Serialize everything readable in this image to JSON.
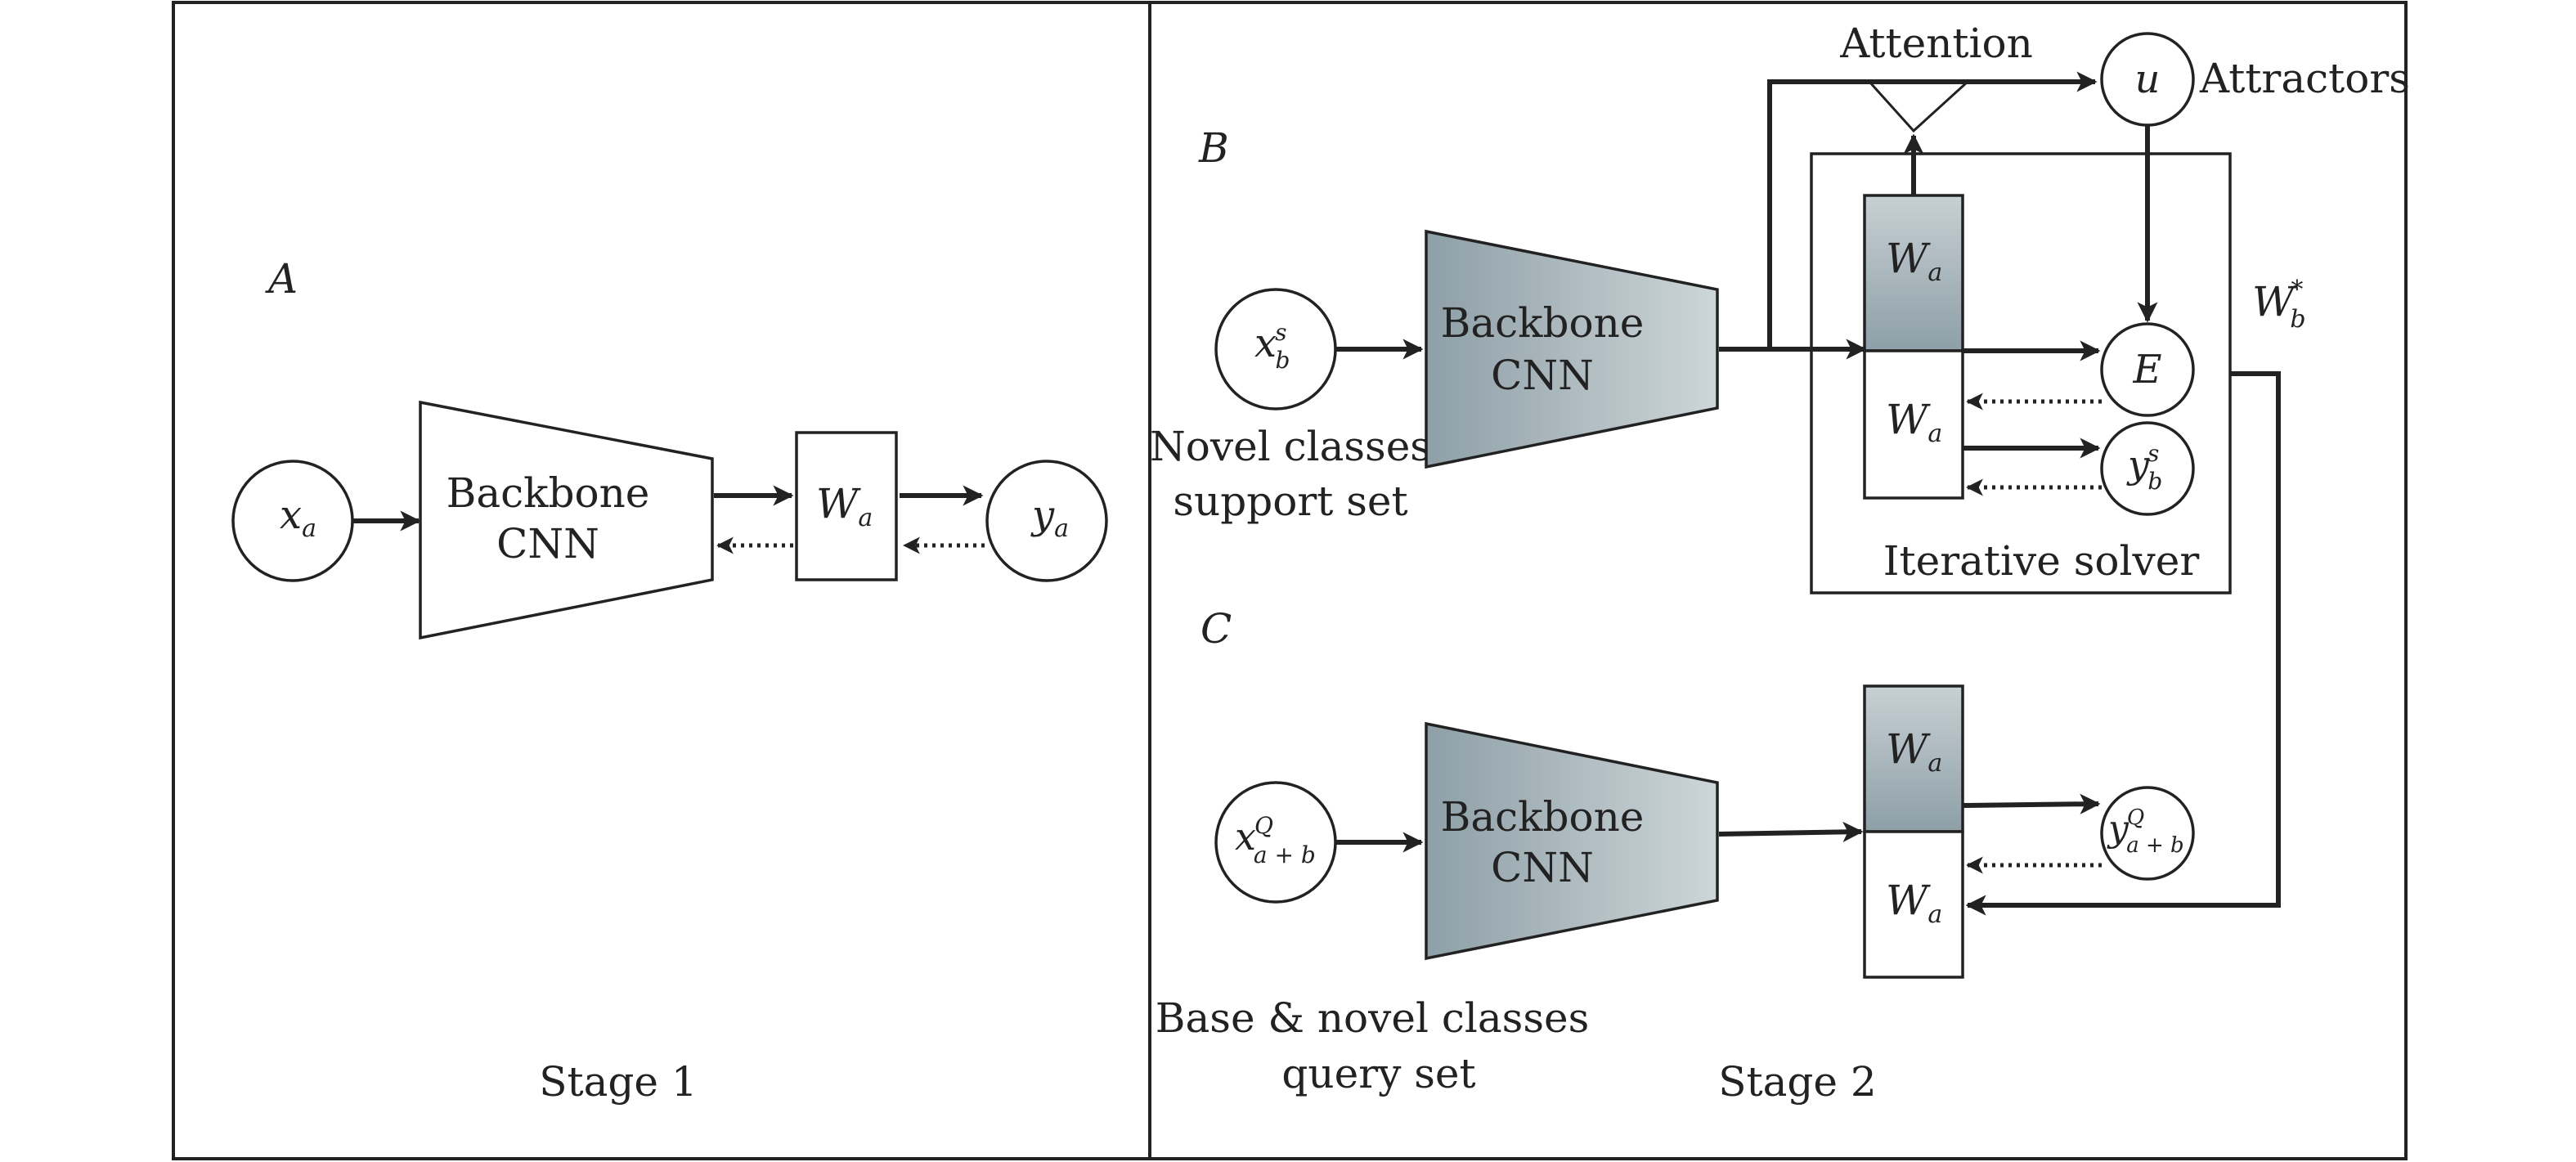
{
  "stage1": {
    "panel_letter": "A",
    "input": {
      "base": "x",
      "sub": "a"
    },
    "backbone": {
      "line1": "Backbone",
      "line2": "CNN"
    },
    "weights": {
      "base": "W",
      "sub": "a"
    },
    "output": {
      "base": "y",
      "sub": "a"
    },
    "stage_label": "Stage 1"
  },
  "stage2": {
    "panel_b_letter": "B",
    "panel_c_letter": "C",
    "attention_label": "Attention",
    "attractor_node": "u",
    "attractors_label": "Attractors",
    "support_input": {
      "base": "x",
      "sub": "b",
      "sup": "s"
    },
    "support_caption": {
      "line1": "Novel classes",
      "line2": "support set"
    },
    "backbone_b": {
      "line1": "Backbone",
      "line2": "CNN"
    },
    "weights_top": {
      "base": "W",
      "sub": "a"
    },
    "weights_bottom": {
      "base": "W",
      "sub": "a"
    },
    "energy_node": "E",
    "support_output": {
      "base": "y",
      "sub": "b",
      "sup": "s"
    },
    "solver_label": "Iterative solver",
    "optimal_weights": {
      "base": "W",
      "sub": "b",
      "sup": "*"
    },
    "query_input": {
      "base": "x",
      "sub": "a + b",
      "sup": "Q"
    },
    "query_caption": {
      "line1": "Base & novel  classes",
      "line2": "query set"
    },
    "backbone_c": {
      "line1": "Backbone",
      "line2": "CNN"
    },
    "weights_c_top": {
      "base": "W",
      "sub": "a"
    },
    "weights_c_bottom": {
      "base": "W",
      "sub": "a"
    },
    "query_output": {
      "base": "y",
      "sub": "a + b",
      "sup": "Q"
    },
    "stage_label": "Stage 2"
  },
  "colors": {
    "stroke": "#222222",
    "trapezoid_dark": "#8e9fa7",
    "trapezoid_light": "#cdd6d8",
    "weight_shaded_dark": "#8e9fa7",
    "weight_shaded_light": "#c7d0d4"
  }
}
